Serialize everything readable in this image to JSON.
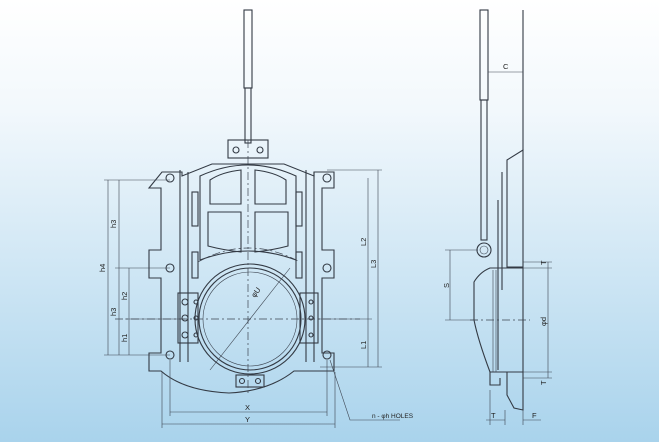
{
  "drawing": {
    "front_view": {
      "dims": {
        "h4": "h4",
        "h3_upper": "h3",
        "h2": "h2",
        "h3_lower": "h3",
        "h1": "h1",
        "L2": "L2",
        "L3": "L3",
        "L1": "L1",
        "bore": "φU",
        "X": "X",
        "Y": "Y"
      },
      "holes_label": "n - φh HOLES"
    },
    "side_view": {
      "dims": {
        "C": "C",
        "S": "S",
        "d": "φd",
        "T_top": "T",
        "T_bottom": "T",
        "T_base": "T",
        "F": "F"
      }
    },
    "colors": {
      "bg_top": "#ffffff",
      "bg_bottom": "#a9d3ec",
      "line": "#333a44"
    }
  }
}
